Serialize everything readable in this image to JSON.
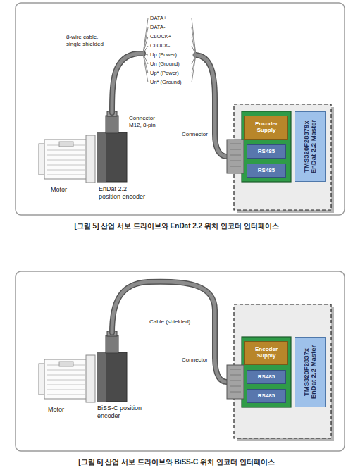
{
  "diagram": {
    "nodes": [
      {
        "text": [
          "Encoder Supply"
        ]
      },
      {
        "text": [
          "RS485"
        ]
      },
      {
        "text": [
          "RS485"
        ]
      },
      {
        "text": [
          "TMS320F28379x EnDat 2.2 Master"
        ]
      },
      {
        "text": [
          "Encoder Supply"
        ]
      },
      {
        "text": [
          "RS485"
        ]
      },
      {
        "text": [
          "RS485"
        ]
      },
      {
        "text": [
          "TMS320F2837x EnDat 2.2 Master"
        ]
      }
    ],
    "labels": [
      "8-wire cable, single shielded",
      "DATA+",
      "DATA-",
      "CLOCK+",
      "CLOCK-",
      "Up (Power)",
      "Un (Ground)",
      "Up* (Power)",
      "Un* (Ground)",
      "Connector M12, 8-pin",
      "Motor",
      "EnDat 2.2 position encoder",
      "Connector",
      "[그림 5] 산업 서보 드라이브와 EnDat 2.2 위치 인코더 인터페이스",
      "Cable (shielded)",
      "Connector",
      "Motor",
      "BiSS-C position encoder",
      "[그림 6] 산업 서보 드라이브와 BiSS-C 위치 인코더 인터페이스"
    ]
  }
}
